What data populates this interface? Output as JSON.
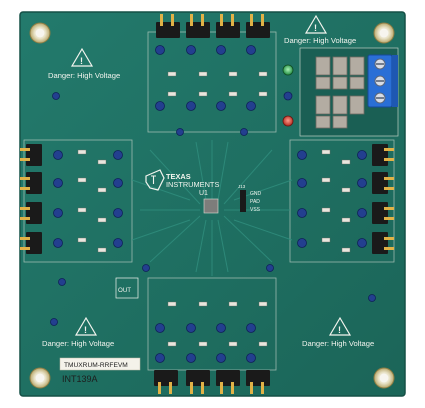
{
  "board": {
    "warnings": {
      "top_left": "Danger: High Voltage",
      "top_right": "Danger: High Voltage",
      "bottom_left": "Danger: High Voltage",
      "bottom_right": "Danger: High Voltage"
    },
    "logo_line1": "TEXAS",
    "logo_line2": "INSTRUMENTS",
    "ic_ref": "U1",
    "part_label": "TMUXRUM-RRFEVM",
    "board_id": "INT139A",
    "out_label": "OUT",
    "pin_gnd": "GND",
    "pin_pad": "PAD",
    "pin_vss": "VSS",
    "ref_j13": "J13",
    "colors": {
      "pcb": "#1f6f63",
      "pcb_dark": "#17584f",
      "terminal_blue": "#2a6fd6",
      "capacitor_gray": "#b3aca2"
    },
    "icons": [
      "warning-triangle-icon",
      "ti-logo-icon",
      "mounting-hole-icon"
    ]
  }
}
